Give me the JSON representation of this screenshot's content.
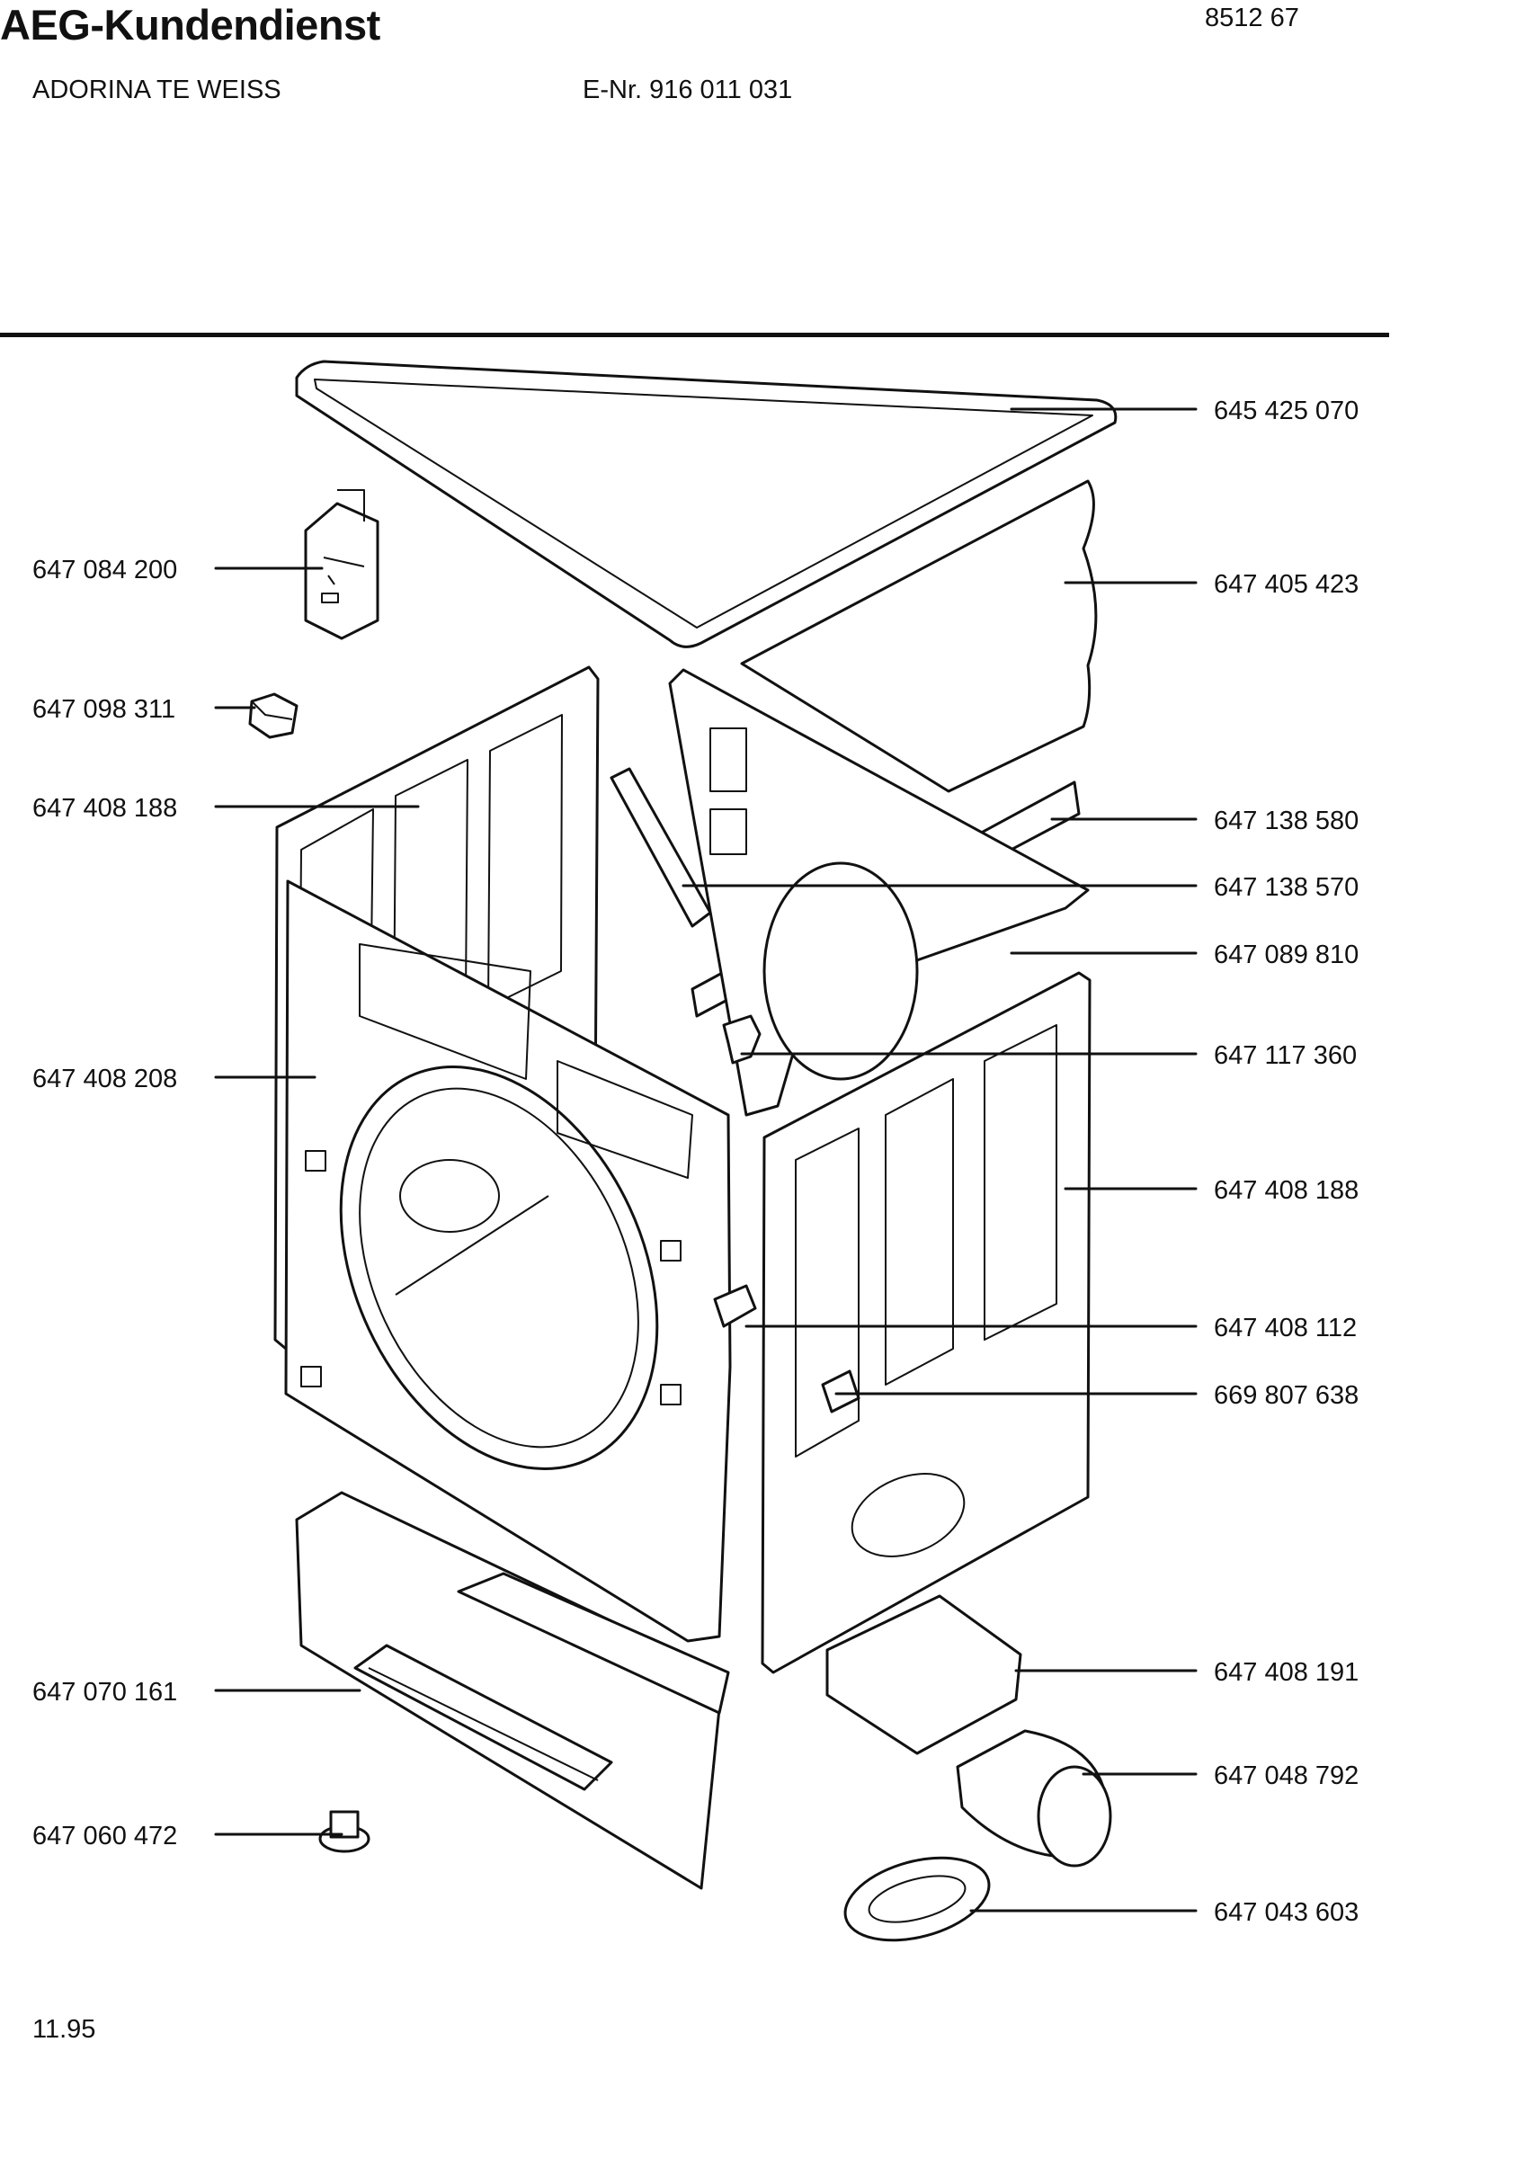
{
  "header": {
    "brand_title": "AEG-Kundendienst",
    "doc_code": "8512 67",
    "model": "ADORINA TE WEISS",
    "enr": "E-Nr. 916 011 031"
  },
  "footer": {
    "date": "11.95"
  },
  "parts": {
    "top_cover": "645 425 070",
    "top_insulation": "647 405 423",
    "door_switch": "647 084 200",
    "small_knob": "647 098 311",
    "left_side_panel": "647 408 188",
    "top_rail_rear": "647 138 580",
    "top_rail_front": "647 138 570",
    "drum_cover": "647 089 810",
    "hinge_bracket": "647 117 360",
    "front_panel": "647 408 208",
    "right_side_panel": "647 408 188",
    "bracket": "647 408 112",
    "lock_clip": "669 807 638",
    "duct_box": "647 408 191",
    "base_tray": "647 070 161",
    "hose_adapter": "647 048 792",
    "foot": "647 060 472",
    "gasket_ring": "647 043 603"
  }
}
